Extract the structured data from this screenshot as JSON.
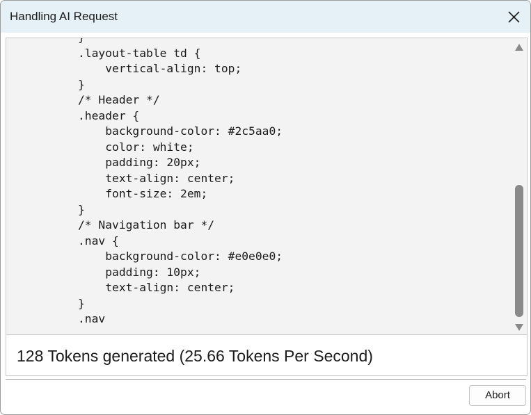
{
  "window": {
    "title": "Handling AI Request"
  },
  "code": {
    "lines": [
      "}",
      ".layout-table td {",
      "    vertical-align: top;",
      "}",
      "/* Header */",
      ".header {",
      "    background-color: #2c5aa0;",
      "    color: white;",
      "    padding: 20px;",
      "    text-align: center;",
      "    font-size: 2em;",
      "}",
      "/* Navigation bar */",
      ".nav {",
      "    background-color: #e0e0e0;",
      "    padding: 10px;",
      "    text-align: center;",
      "}",
      ".nav"
    ]
  },
  "status": {
    "text": "128 Tokens generated (25.66 Tokens Per Second)"
  },
  "buttons": {
    "abort_label": "Abort"
  },
  "icons": {
    "close": "close-icon",
    "scroll_up": "scroll-up-arrow-icon",
    "scroll_down": "scroll-down-arrow-icon"
  },
  "colors": {
    "titlebar_bg": "#e5f1f7",
    "code_bg": "#f3f3f3",
    "scroll_thumb": "#8a8a8a"
  }
}
